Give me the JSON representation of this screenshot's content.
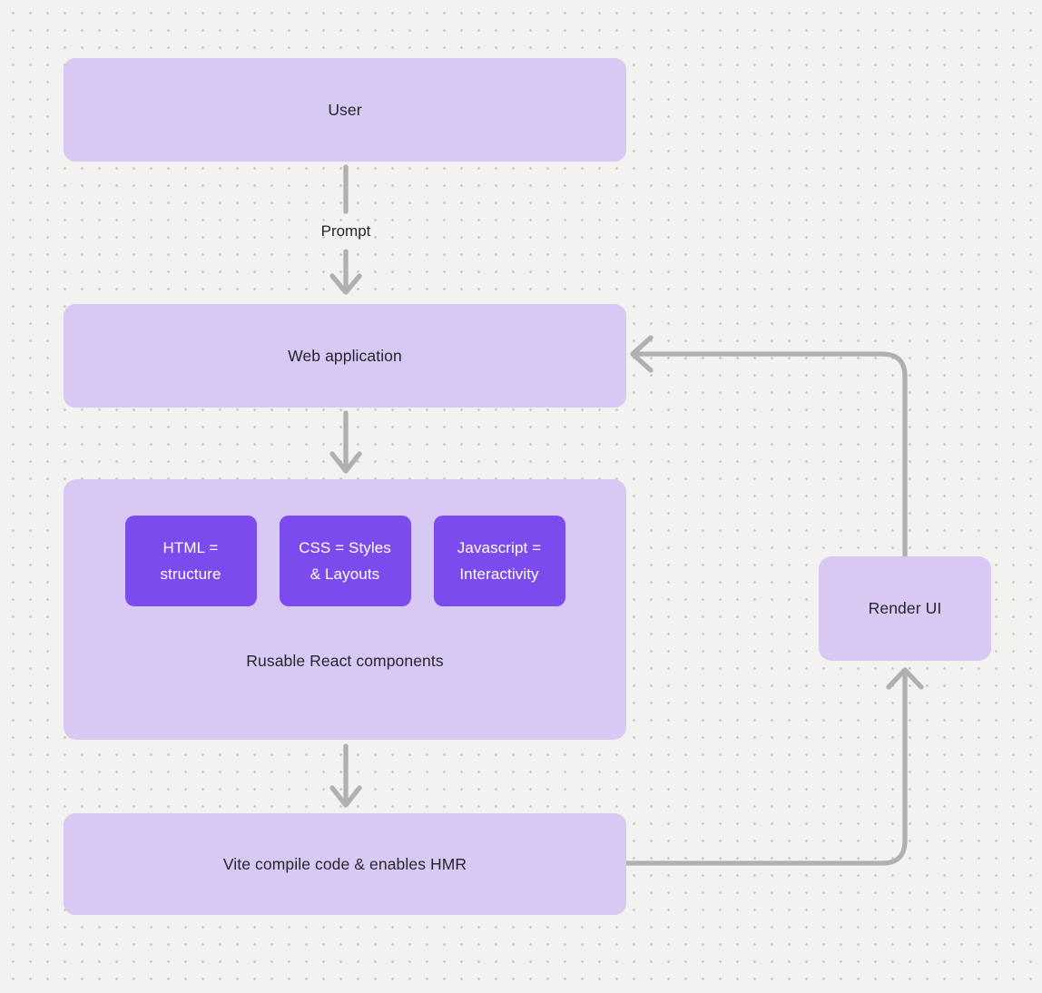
{
  "colors": {
    "canvas_bg": "#f3f2f0",
    "dot": "#cac7c4",
    "node_fill": "#d7c8f4",
    "component_fill": "#7c4bed",
    "component_text": "#ffffff",
    "text": "#26242e",
    "connector": "#b2afaf"
  },
  "nodes": {
    "user": {
      "label": "User"
    },
    "web_application": {
      "label": "Web application"
    },
    "components": {
      "caption": "Rusable React components",
      "items": [
        {
          "label": "HTML =\nstructure"
        },
        {
          "label": "CSS = Styles\n& Layouts"
        },
        {
          "label": "Javascript =\nInteractivity"
        }
      ]
    },
    "vite": {
      "label": "Vite compile code & enables HMR"
    },
    "render_ui": {
      "label": "Render UI"
    }
  },
  "edges": {
    "user_to_webapp_label": "Prompt"
  }
}
